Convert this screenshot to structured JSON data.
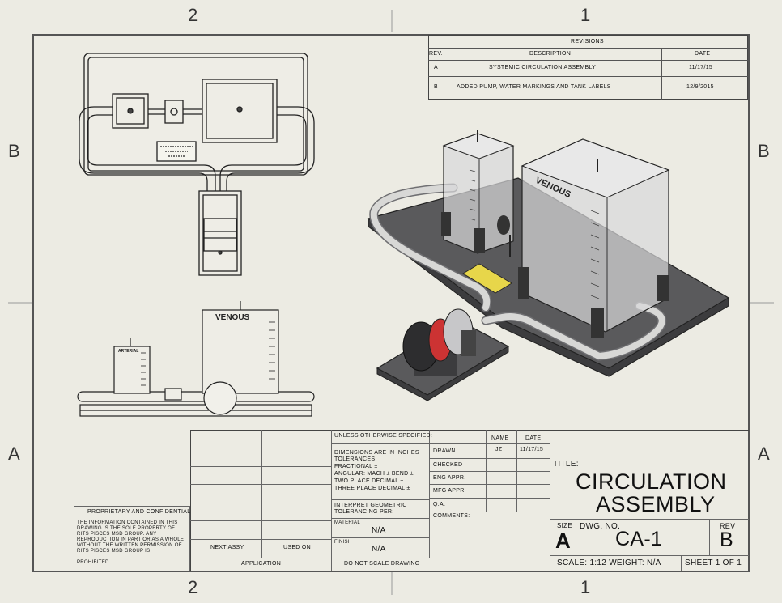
{
  "zones": {
    "top_left": "2",
    "top_right": "1",
    "bottom_left": "2",
    "bottom_right": "1",
    "left_b": "B",
    "left_a": "A",
    "right_b": "B",
    "right_a": "A"
  },
  "revisions": {
    "title": "REVISIONS",
    "headers": [
      "REV.",
      "DESCRIPTION",
      "DATE"
    ],
    "rows": [
      {
        "rev": "A",
        "description": "SYSTEMIC CIRCULATION ASSEMBLY",
        "date": "11/17/15"
      },
      {
        "rev": "B",
        "description": "ADDED PUMP, WATER MARKINGS AND TANK LABELS",
        "date": "12/9/2015"
      }
    ]
  },
  "views": {
    "tank_label_large": "VENOUS",
    "tank_label_small": "ARTERIAL",
    "iso_label": "VENOUS"
  },
  "title_block": {
    "unless": "UNLESS OTHERWISE SPECIFIED:",
    "dims": [
      "DIMENSIONS ARE IN INCHES",
      "TOLERANCES:",
      "FRACTIONAL ±",
      "ANGULAR: MACH ±    BEND ±",
      "TWO PLACE DECIMAL    ±",
      "THREE PLACE DECIMAL  ±"
    ],
    "interpret": [
      "INTERPRET GEOMETRIC",
      "TOLERANCING PER:"
    ],
    "material_label": "MATERIAL",
    "material_value": "N/A",
    "finish_label": "FINISH",
    "finish_value": "N/A",
    "do_not_scale": "DO NOT SCALE DRAWING",
    "name_header": "NAME",
    "date_header": "DATE",
    "drawn_label": "DRAWN",
    "drawn_name": "JZ",
    "drawn_date": "11/17/15",
    "checked": "CHECKED",
    "eng_appr": "ENG APPR.",
    "mfg_appr": "MFG APPR.",
    "qa": "Q.A.",
    "comments": "COMMENTS:",
    "next_assy": "NEXT ASSY",
    "used_on": "USED ON",
    "application": "APPLICATION",
    "proprietary_title": "PROPRIETARY AND CONFIDENTIAL",
    "proprietary_text": [
      "THE INFORMATION CONTAINED IN THIS",
      "DRAWING IS THE SOLE PROPERTY OF",
      "RITS PISCES MSD GROUP. ANY",
      "REPRODUCTION IN PART OR AS A WHOLE",
      "WITHOUT THE WRITTEN PERMISSION OF",
      "RITS PISCES MSD GROUP IS",
      "PROHIBITED."
    ],
    "title_label": "TITLE:",
    "title_line1": "CIRCULATION",
    "title_line2": "ASSEMBLY",
    "size_label": "SIZE",
    "size_value": "A",
    "dwg_label": "DWG.  NO.",
    "dwg_value": "CA-1",
    "rev_label": "REV",
    "rev_value": "B",
    "scale_weight": "SCALE: 1:12 WEIGHT: N/A",
    "sheet": "SHEET 1 OF 1"
  }
}
